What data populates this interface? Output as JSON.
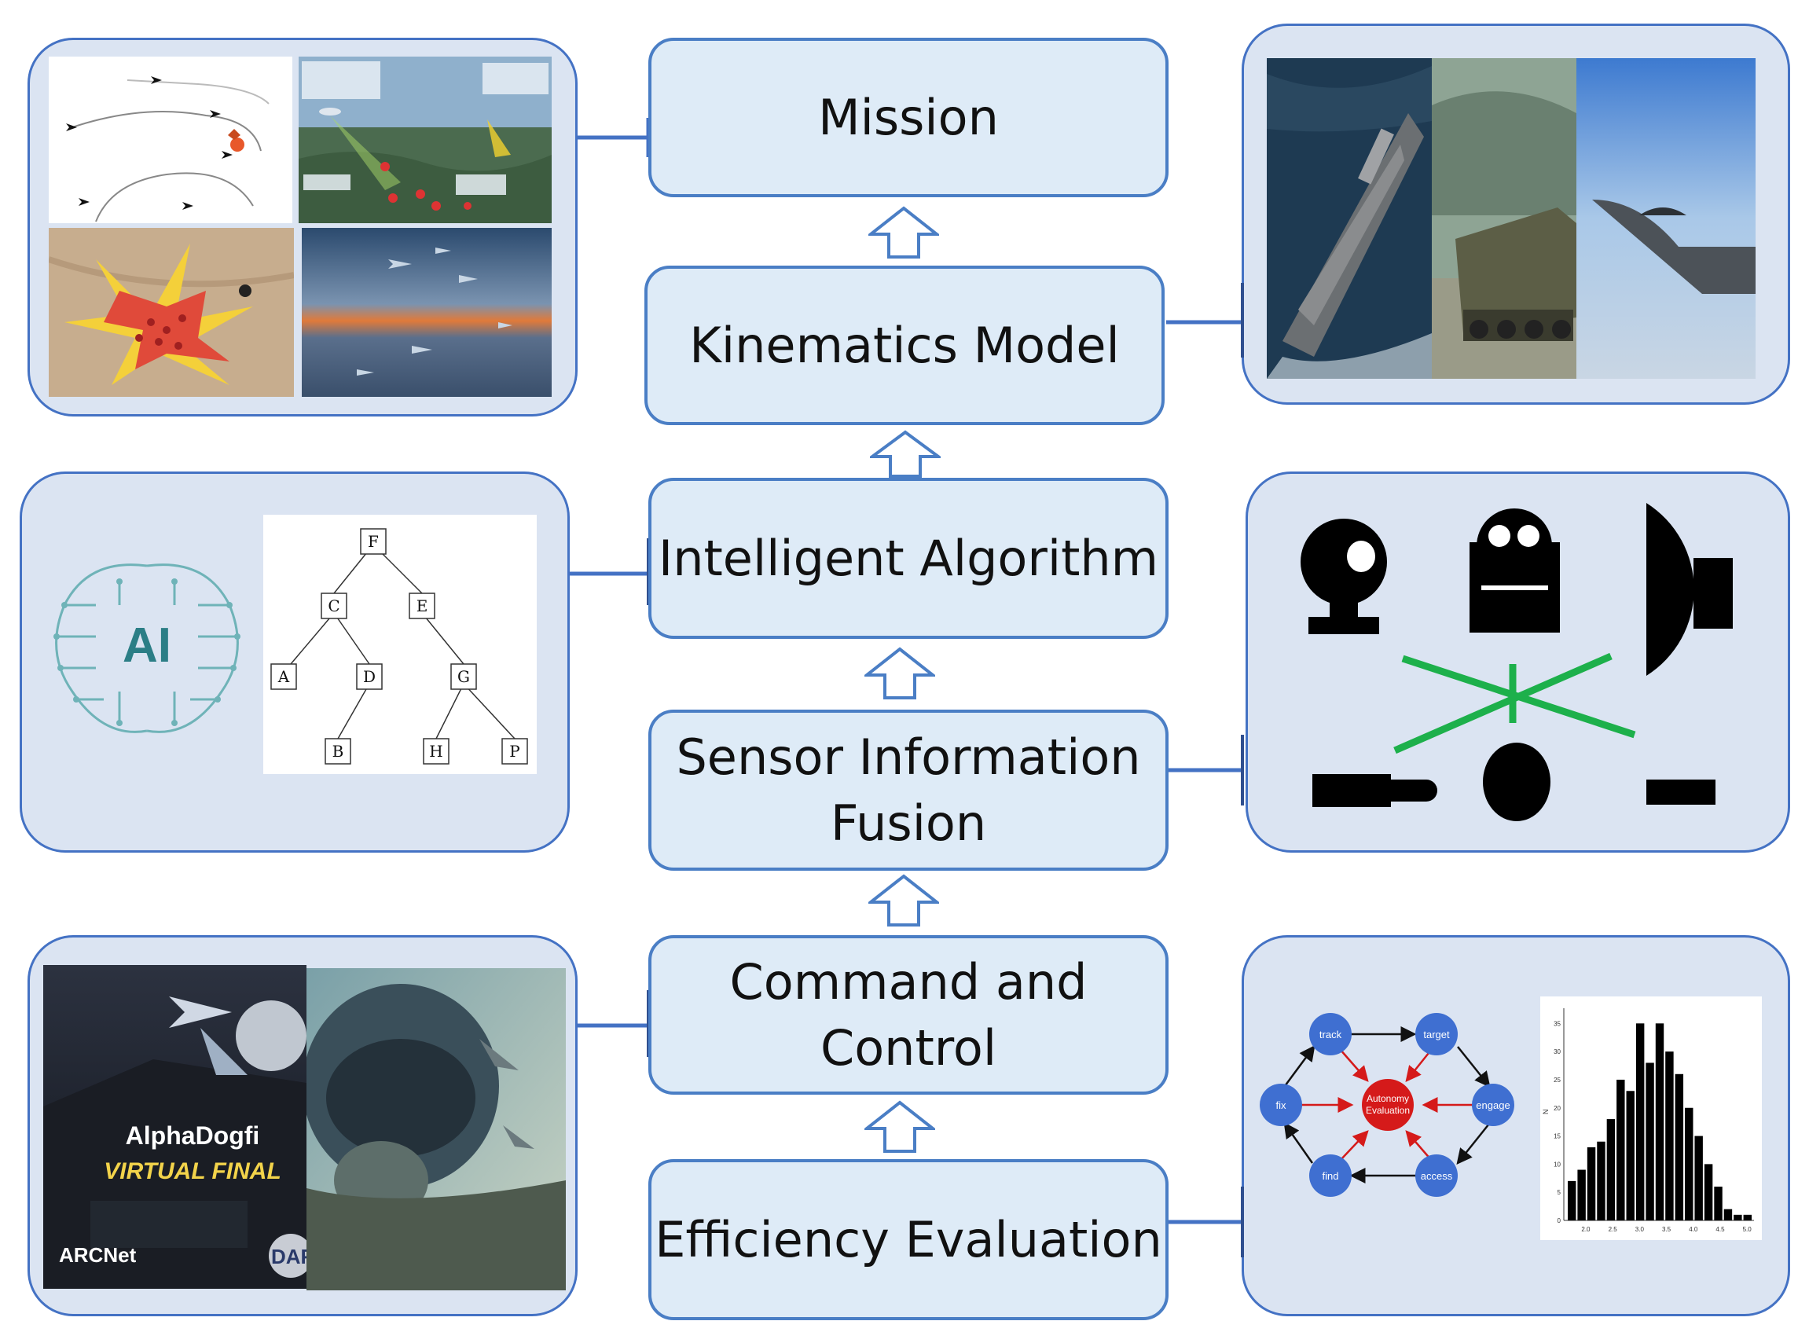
{
  "flow": {
    "mission": "Mission",
    "kinematics": "Kinematics Model",
    "algorithm": "Intelligent Algorithm",
    "fusion_line1": "Sensor Information",
    "fusion_line2": "Fusion",
    "command": "Command and Control",
    "efficiency": "Efficiency Evaluation"
  },
  "ai_panel": {
    "ai_label": "AI",
    "tree_nodes": [
      "F",
      "C",
      "E",
      "A",
      "D",
      "G",
      "B",
      "H",
      "P"
    ]
  },
  "dogfight_panel": {
    "title": "AlphaDogfi",
    "subtitle": "VIRTUAL FINAL",
    "logo": "ARCNet",
    "partner": "DAF"
  },
  "evaluation_panel": {
    "nodes": {
      "track": "track",
      "target": "target",
      "fix": "fix",
      "engage": "engage",
      "find": "find",
      "access": "access",
      "center_line1": "Autonomy",
      "center_line2": "Evaluation"
    },
    "hist_ylabel": "N",
    "hist_yticks": [
      "0",
      "5",
      "10",
      "15",
      "20",
      "25",
      "30",
      "35"
    ],
    "hist_xticks": [
      "2.0",
      "2.5",
      "3.0",
      "3.5",
      "4.0",
      "4.5",
      "5.0"
    ],
    "hist_values": [
      7,
      9,
      13,
      14,
      18,
      25,
      23,
      35,
      28,
      35,
      30,
      26,
      20,
      15,
      10,
      6,
      2,
      1,
      1
    ]
  },
  "colors": {
    "panel_bg": "#dbe4f2",
    "panel_border": "#4472c4",
    "box_bg": "#deebf7",
    "box_border": "#4a7ec5",
    "sensor_beam": "#1db04b",
    "eval_node": "#3f6fd1",
    "eval_center": "#d51a1a"
  }
}
